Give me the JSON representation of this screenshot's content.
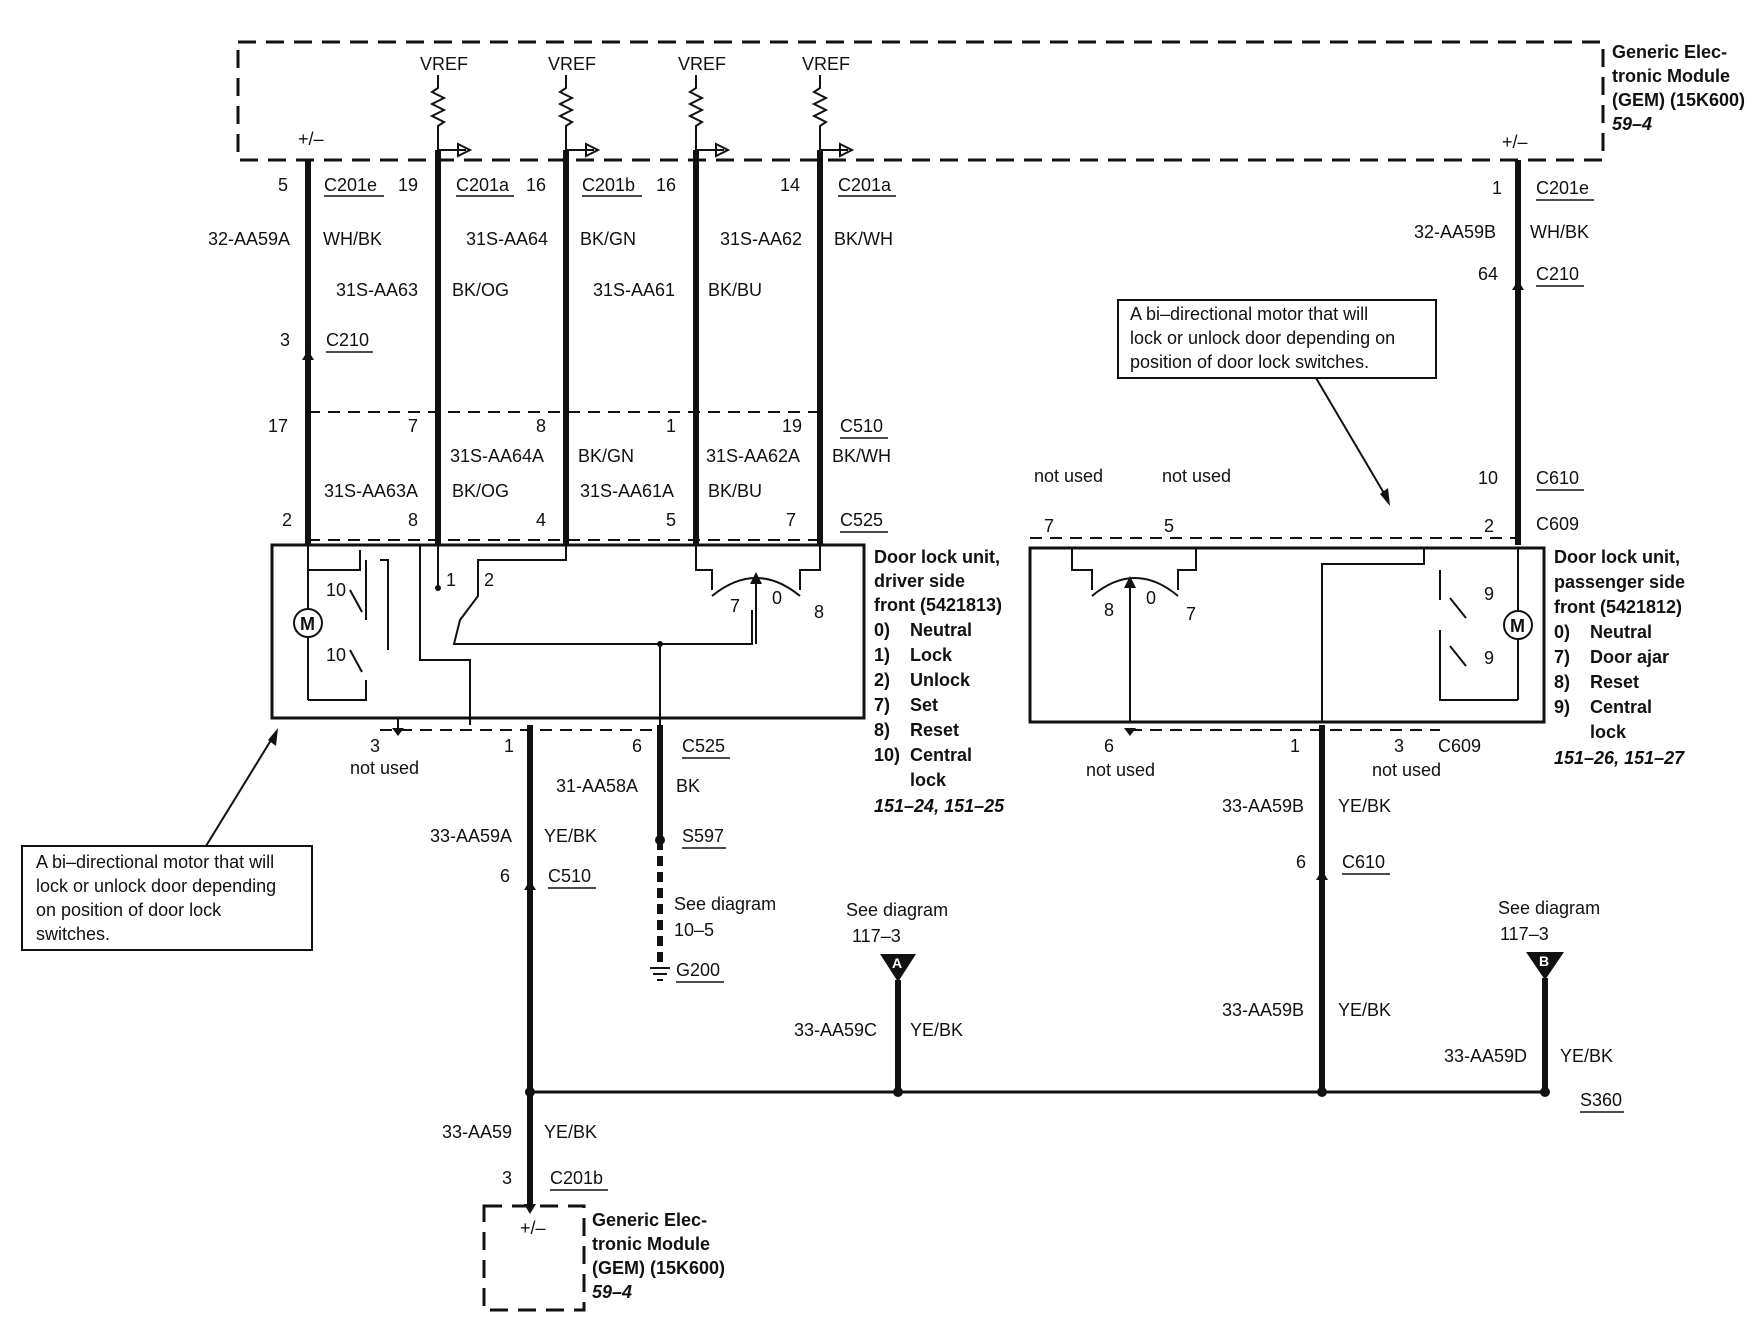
{
  "gem_top": {
    "lines": [
      "Generic Elec-",
      "tronic Module",
      "(GEM) (15K600)"
    ],
    "ref": "59–4",
    "vref_labels": [
      "VREF",
      "VREF",
      "VREF",
      "VREF"
    ],
    "pm_left": "+/–",
    "pm_right": "+/–"
  },
  "left_upper": {
    "pins": [
      "5",
      "19",
      "16",
      "16",
      "14"
    ],
    "connectors": [
      "C201e",
      "C201a",
      "C201b",
      "C201a"
    ],
    "circuit_1": "32-AA59A",
    "color_1": "WH/BK",
    "circuit_2": "31S-AA63",
    "color_2": "BK/OG",
    "circuit_3": "31S-AA64",
    "color_3": "BK/GN",
    "circuit_4": "31S-AA61",
    "color_4": "BK/BU",
    "circuit_5": "31S-AA62",
    "color_5": "BK/WH",
    "c210_pin": "3",
    "c210": "C210"
  },
  "c510": {
    "pins": [
      "17",
      "7",
      "8",
      "1",
      "19"
    ],
    "label": "C510",
    "circuit_a": "31S-AA64A",
    "color_a": "BK/GN",
    "circuit_b": "31S-AA62A",
    "color_b": "BK/WH",
    "circuit_c": "31S-AA63A",
    "color_c": "BK/OG",
    "circuit_d": "31S-AA61A",
    "color_d": "BK/BU"
  },
  "c525": {
    "pins": [
      "2",
      "8",
      "4",
      "5",
      "7"
    ],
    "label": "C525"
  },
  "driver_unit": {
    "title": [
      "Door lock unit,",
      "driver side",
      "front (5421813)"
    ],
    "modes": [
      {
        "num": "0)",
        "text": "Neutral"
      },
      {
        "num": "1)",
        "text": "Lock"
      },
      {
        "num": "2)",
        "text": "Unlock"
      },
      {
        "num": "7)",
        "text": "Set"
      },
      {
        "num": "8)",
        "text": "Reset"
      },
      {
        "num": "10)",
        "text": "Central"
      }
    ],
    "mode_cont": "lock",
    "ref": "151–24, 151–25",
    "switch_nums": [
      "10",
      "10",
      "1",
      "2",
      "7",
      "0",
      "8"
    ],
    "motor": "M"
  },
  "driver_bottom": {
    "pin_3": "3",
    "not_used": "not used",
    "pin_1": "1",
    "pin_6": "6",
    "connector": "C525",
    "circuit_gnd": "31-AA58A",
    "color_gnd": "BK",
    "splice_s597": "S597",
    "see_diagram": "See diagram",
    "see_ref": "10–5",
    "ground": "G200",
    "circuit_59a": "33-AA59A",
    "color_59a": "YE/BK",
    "c510_pin": "6",
    "c510": "C510"
  },
  "left_callout": {
    "lines": [
      "A bi–directional motor that will",
      "lock or unlock door depending",
      "on position of door lock",
      "switches."
    ]
  },
  "right_callout": {
    "lines": [
      "A bi–directional motor that will",
      "lock or unlock door depending on",
      "position of door lock switches."
    ]
  },
  "right_upper": {
    "pin_1": "1",
    "c201e": "C201e",
    "circuit": "32-AA59B",
    "color": "WH/BK",
    "pin_64": "64",
    "c210": "C210",
    "pin_10": "10",
    "c610": "C610",
    "pin_2": "2",
    "c609": "C609",
    "not_used_1": "not used",
    "not_used_2": "not used",
    "pin_7": "7",
    "pin_5": "5"
  },
  "passenger_unit": {
    "title": [
      "Door lock unit,",
      "passenger side",
      "front (5421812)"
    ],
    "modes": [
      {
        "num": "0)",
        "text": "Neutral"
      },
      {
        "num": "7)",
        "text": "Door ajar"
      },
      {
        "num": "8)",
        "text": "Reset"
      },
      {
        "num": "9)",
        "text": "Central"
      }
    ],
    "mode_cont": "lock",
    "ref": "151–26, 151–27",
    "switch_nums": [
      "8",
      "0",
      "7",
      "9",
      "9"
    ],
    "motor": "M"
  },
  "passenger_bottom": {
    "pin_6": "6",
    "not_used_6": "not used",
    "pin_1": "1",
    "pin_3": "3",
    "c609": "C609",
    "not_used_3": "not used",
    "circuit": "33-AA59B",
    "color": "YE/BK",
    "c610_pin": "6",
    "c610": "C610",
    "circuit_2": "33-AA59B",
    "color_2": "YE/BK"
  },
  "ref_a": {
    "see": "See diagram",
    "ref": "117–3",
    "letter": "A",
    "circuit": "33-AA59C",
    "color": "YE/BK"
  },
  "ref_b": {
    "see": "See diagram",
    "ref": "117–3",
    "letter": "B",
    "circuit": "33-AA59D",
    "color": "YE/BK"
  },
  "splice_s360": "S360",
  "bottom": {
    "circuit": "33-AA59",
    "color": "YE/BK",
    "pin": "3",
    "connector": "C201b",
    "pm": "+/–",
    "gem_lines": [
      "Generic Elec-",
      "tronic Module",
      "(GEM) (15K600)"
    ],
    "gem_ref": "59–4"
  }
}
